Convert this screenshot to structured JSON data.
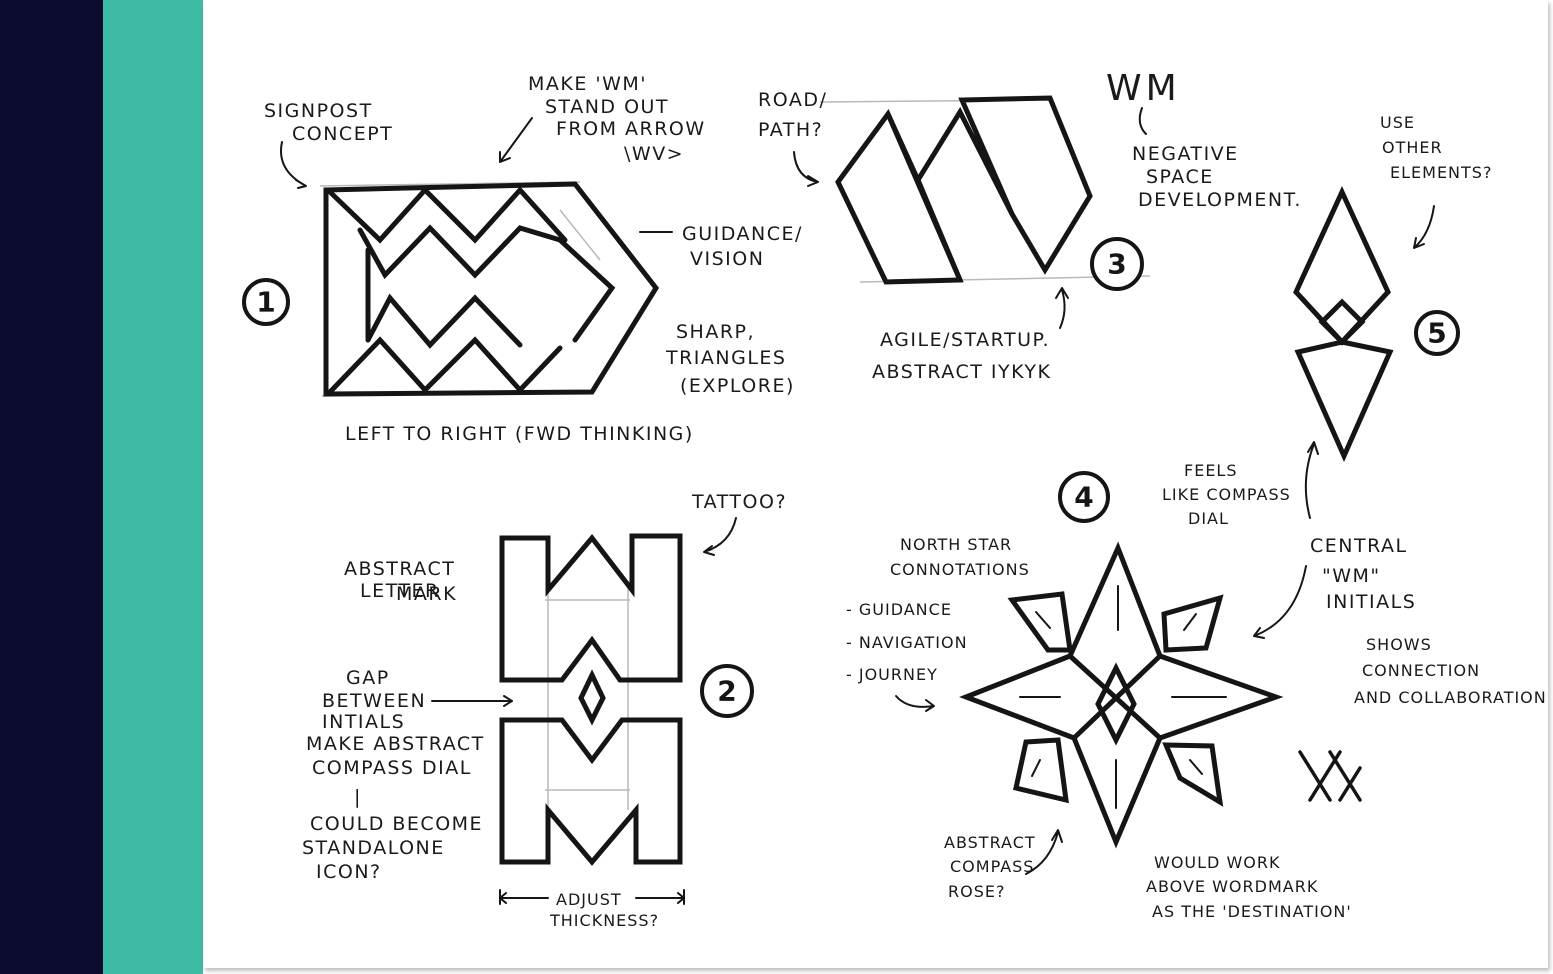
{
  "colors": {
    "navy_band": "#0c0c30",
    "teal_band": "#3dbba5",
    "ink": "#151515",
    "paper": "#ffffff"
  },
  "badges": {
    "one": "1",
    "two": "2",
    "three": "3",
    "four": "4",
    "five": "5"
  },
  "concept1": {
    "title_lines": [
      "SIGNPOST",
      "CONCEPT"
    ],
    "wm_note_lines": [
      "MAKE 'WM'",
      "STAND OUT",
      "FROM ARROW"
    ],
    "doodle": "\\WV>",
    "guidance_lines": [
      "GUIDANCE/",
      "VISION"
    ],
    "sharp_lines": [
      "SHARP,",
      "TRIANGLES",
      "(EXPLORE)"
    ],
    "caption": "LEFT TO RIGHT (FWD THINKING)"
  },
  "concept2": {
    "tattoo": "TATTOO?",
    "lettermark_lines": [
      "ABSTRACT",
      "LETTER",
      "MARK"
    ],
    "gap_lines": [
      "GAP",
      "BETWEEN",
      "INTIALS",
      "MAKE ABSTRACT",
      "COMPASS DIAL"
    ],
    "divider": "|",
    "standalone_lines": [
      "COULD BECOME",
      "STANDALONE",
      "ICON?"
    ],
    "thickness_lines": [
      "ADJUST",
      "THICKNESS?"
    ]
  },
  "concept3": {
    "road_lines": [
      "ROAD/",
      "PATH?"
    ],
    "wm_letters": "WM",
    "negative_lines": [
      "NEGATIVE",
      "SPACE",
      "DEVELOPMENT."
    ],
    "agile_lines": [
      "AGILE/STARTUP.",
      "ABSTRACT IYKYK"
    ]
  },
  "concept4": {
    "compass_dial_lines": [
      "FEELS",
      "LIKE COMPASS",
      "DIAL"
    ],
    "north_star_lines": [
      "NORTH STAR",
      "CONNOTATIONS"
    ],
    "bullets": [
      "- GUIDANCE",
      "- NAVIGATION",
      "- JOURNEY"
    ],
    "central_lines": [
      "CENTRAL",
      "\"WM\"",
      "INITIALS"
    ],
    "shows_lines": [
      "SHOWS",
      "CONNECTION",
      "AND COLLABORATION"
    ],
    "rose_lines": [
      "ABSTRACT",
      "COMPASS",
      "ROSE?"
    ],
    "wordmark_lines": [
      "WOULD WORK",
      "ABOVE WORDMARK",
      "AS THE 'DESTINATION'"
    ]
  },
  "concept5": {
    "elements_lines": [
      "USE",
      "OTHER",
      "ELEMENTS?"
    ]
  }
}
